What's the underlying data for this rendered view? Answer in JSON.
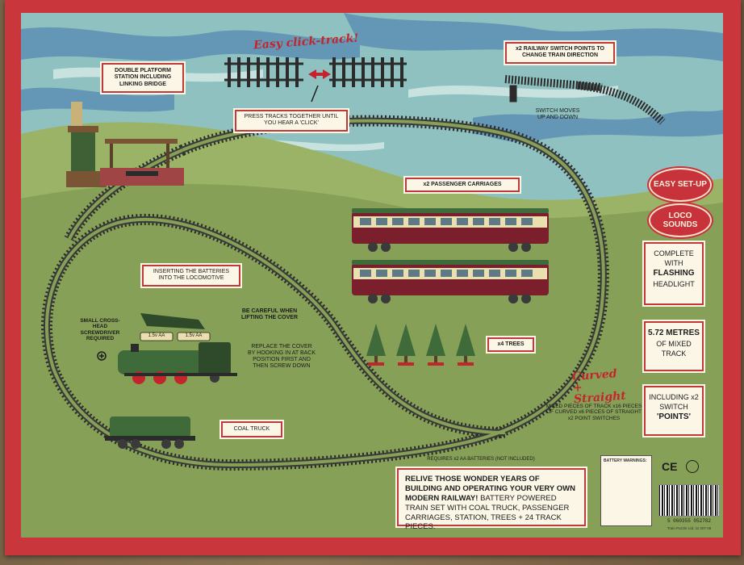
{
  "features": {
    "easy_click_track": "Easy click-track!",
    "press_tracks": "PRESS TRACKS TOGETHER UNTIL YOU HEAR A 'CLICK'",
    "double_platform": "DOUBLE PLATFORM STATION INCLUDING LINKING BRIDGE",
    "switch_points_title": "x2 RAILWAY SWITCH POINTS TO CHANGE TRAIN DIRECTION",
    "switch_moves": "SWITCH MOVES UP AND DOWN",
    "passenger_carriages": "x2 PASSENGER CARRIAGES",
    "inserting_batteries": "INSERTING THE BATTERIES INTO THE LOCOMOTIVE",
    "be_careful": "BE CAREFUL WHEN LIFTING THE COVER",
    "screwdriver": "SMALL CROSS-HEAD SCREWDRIVER REQUIRED",
    "replace_cover": "REPLACE THE COVER BY HOOKING IN AT BACK POSITION FIRST AND THEN SCREW DOWN",
    "battery_tag": "1.5v AA",
    "trees": "x4 TREES",
    "coal_truck": "COAL TRUCK",
    "curved_straight": "Curved + Straight",
    "track_pieces": "MIXED PIECES OF TRACK x16 PIECES OF CURVED x6 PIECES OF STRAIGHT x2 POINT SWITCHES",
    "requires_batteries": "REQUIRES x2 AA BATTERIES (NOT INCLUDED)",
    "relive_bold": "RELIVE THOSE WONDER YEARS OF BUILDING AND OPERATING YOUR VERY OWN MODERN RAILWAY!",
    "relive_rest": " BATTERY POWERED TRAIN SET WITH COAL TRUCK, PASSENGER CARRIAGES, STATION, TREES + 24 TRACK PIECES."
  },
  "badges": {
    "easy_setup": "EASY SET-UP",
    "loco_sounds": "LOCO SOUNDS"
  },
  "side_panels": {
    "headlight_pre": "COMPLETE WITH",
    "headlight_bold": "FLASHING",
    "headlight_post": "HEADLIGHT",
    "metres_bold": "5.72 METRES",
    "metres_post": "OF MIXED TRACK",
    "switch_pre": "INCLUDING x2 SWITCH",
    "switch_bold": "'POINTS'"
  },
  "warning": {
    "title": "BATTERY WARNINGS:",
    "ce_mark": "CE",
    "barcode_number": "5 060355 052782",
    "product_line": "Train Puzzle Ltd. 11 007 08"
  },
  "colors": {
    "border_red": "#c9363c",
    "grass": "#8da35a",
    "sky": "#8fc1c0",
    "cream": "#fbf6e6",
    "train_green": "#3f6b3a",
    "carriage_maroon": "#7a1f2b"
  },
  "icons": [
    "arrow-icon",
    "plus-icon",
    "recycle-icon",
    "age-warning-icon"
  ]
}
